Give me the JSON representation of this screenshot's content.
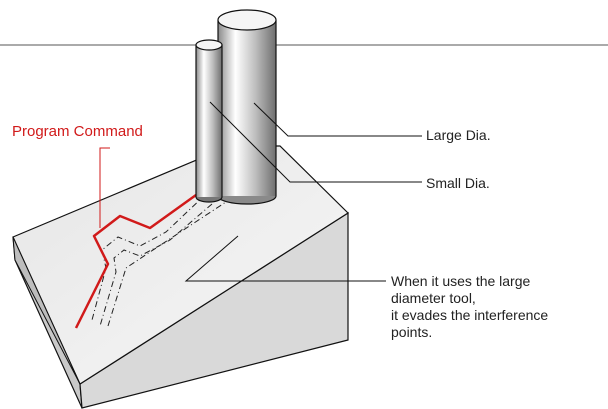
{
  "labels": {
    "program_command": "Program Command",
    "large_dia": "Large Dia.",
    "small_dia": "Small Dia.",
    "note_lines": [
      "When it uses the large",
      "diameter tool,",
      "it evades the interference",
      "points."
    ]
  },
  "colors": {
    "program_path": "#d11a1a",
    "block_top": "#f2f2f2",
    "block_left_side": "#c9c9c9",
    "block_right_side": "#d6d6d6",
    "outline": "#111111"
  }
}
